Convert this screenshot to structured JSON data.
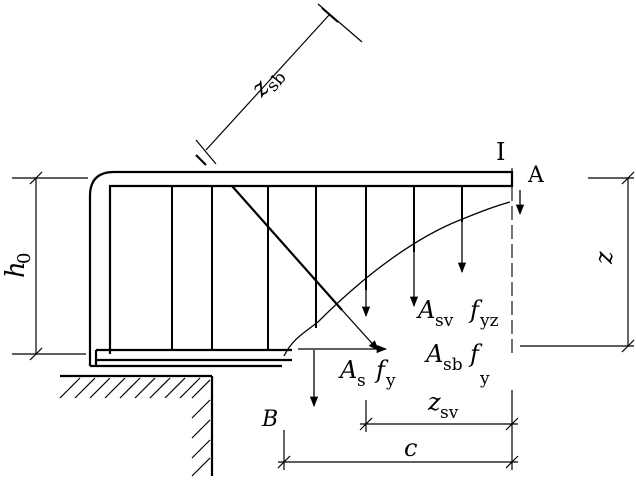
{
  "labels": {
    "zsb": "z",
    "zsb_sub": "sb",
    "h0": "h",
    "h0_sub": "0",
    "section": "I",
    "pointA": "A",
    "z": "z",
    "asv_A": "A",
    "asv_sub": "sv",
    "asv_f": "f",
    "asv_fsub": "yz",
    "as_A": "A",
    "as_sub": "s",
    "as_f": "f",
    "as_fsub": "y",
    "asb_A": "A",
    "asb_sub": "sb",
    "asb_f": "f",
    "asb_fsub": "y",
    "pointB": "B",
    "zsv": "z",
    "zsv_sub": "sv",
    "c": "c"
  }
}
